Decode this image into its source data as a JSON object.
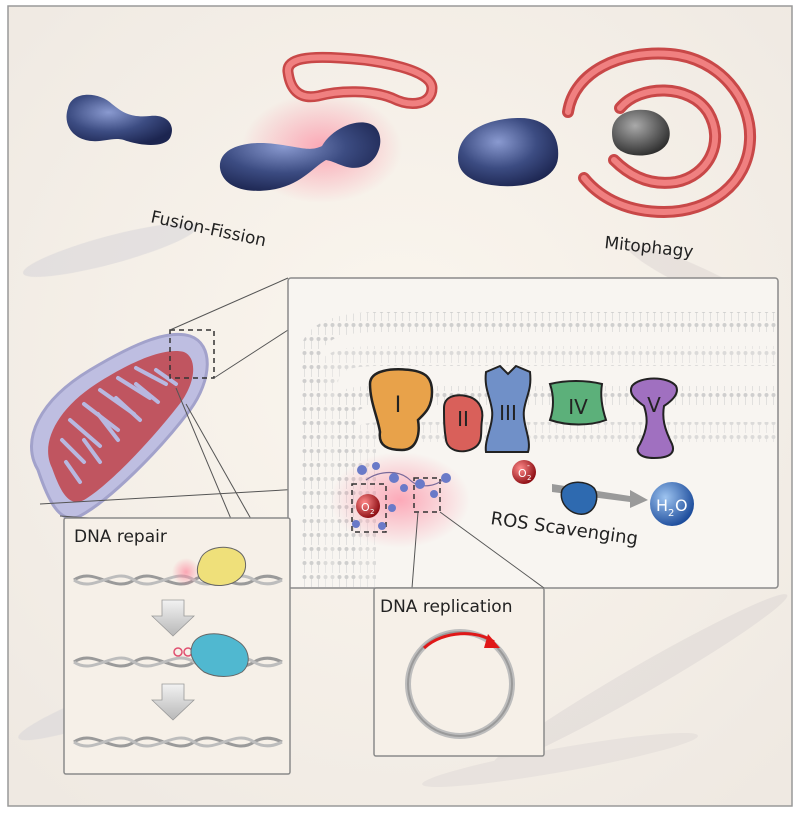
{
  "labels": {
    "fusion_fission": "Fusion-Fission",
    "mitophagy": "Mitophagy",
    "ros_scavenging": "ROS Scavenging",
    "dna_repair": "DNA repair",
    "dna_replication": "DNA replication"
  },
  "complexes": [
    "I",
    "II",
    "III",
    "IV",
    "V"
  ],
  "molecules": {
    "superoxide_base": "O",
    "superoxide_sub": "2",
    "superoxide_sup": "-",
    "water_h": "H",
    "water_sub": "2",
    "water_o": "O"
  },
  "colors": {
    "mito_blue": "#3a4a7e",
    "membrane_red": "#ea5a5a",
    "complex_I": "#e8a24a",
    "complex_II": "#d9605a",
    "complex_III": "#7090c8",
    "complex_IV": "#5cb07a",
    "complex_V": "#a070c0",
    "repair_enzyme": "#efe07a",
    "repair_enzyme_2": "#50b8d0"
  }
}
